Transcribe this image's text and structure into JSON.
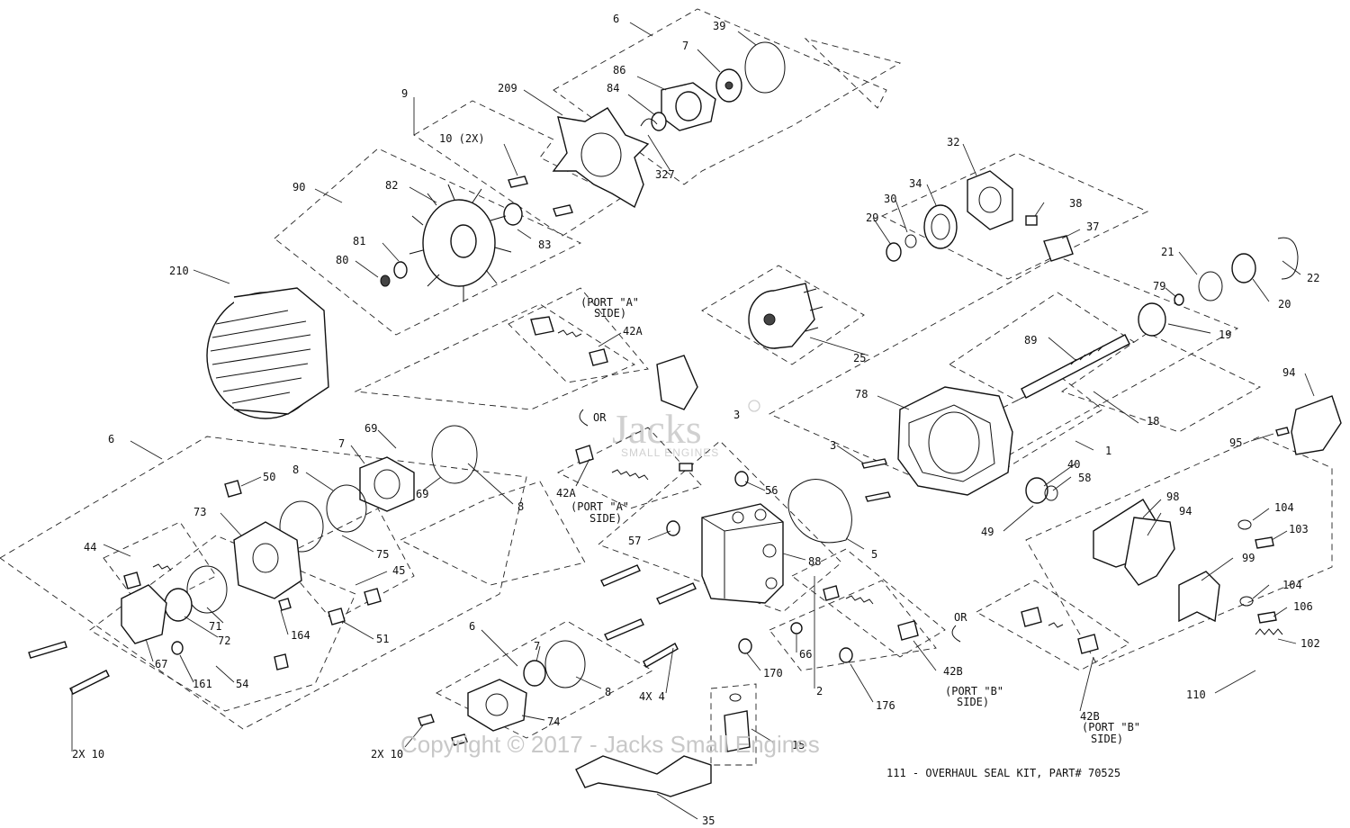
{
  "labels": {
    "l6a": "6",
    "l39": "39",
    "l7a": "7",
    "l86": "86",
    "l209": "209",
    "l84": "84",
    "l9": "9",
    "l10a": "10 (2X)",
    "l327": "327",
    "l90": "90",
    "l82": "82",
    "l83": "83",
    "l81": "81",
    "l80": "80",
    "l210": "210",
    "l32": "32",
    "l34": "34",
    "l30": "30",
    "l29": "29",
    "l38": "38",
    "l37": "37",
    "l21": "21",
    "l22": "22",
    "l79": "79",
    "l20": "20",
    "l19": "19",
    "l89": "89",
    "l25": "25",
    "l42A1": "42A",
    "l78": "78",
    "l18": "18",
    "l94a": "94",
    "l95": "95",
    "l3a": "3",
    "l3b": "3",
    "l1": "1",
    "l40": "40",
    "l58": "58",
    "l49": "49",
    "l98": "98",
    "l94b": "94",
    "l104a": "104",
    "l103": "103",
    "l99": "99",
    "l104b": "104",
    "l106": "106",
    "l102": "102",
    "l110": "110",
    "l6b": "6",
    "l69a": "69",
    "l7b": "7",
    "l8a": "8",
    "l50": "50",
    "l69b": "69",
    "l8b": "8",
    "l73": "73",
    "l75": "75",
    "l44": "44",
    "l45": "45",
    "l71": "71",
    "l72": "72",
    "l164": "164",
    "l51": "51",
    "l67": "67",
    "l161": "161",
    "l54": "54",
    "l2x10a": "2X 10",
    "l42A2": "42A",
    "l56": "56",
    "l5": "5",
    "l57": "57",
    "l88": "88",
    "l6c": "6",
    "l7c": "7",
    "l8c": "8",
    "l4x4": "4X 4",
    "l74": "74",
    "l2x10b": "2X 10",
    "l170": "170",
    "l66": "66",
    "l2": "2",
    "l176": "176",
    "l42B1": "42B",
    "l42B2": "42B",
    "l15": "15",
    "l35": "35"
  },
  "port_notes": {
    "a1_line1": "(PORT \"A\"",
    "a1_line2": "SIDE)",
    "a2_line1": "(PORT \"A\"",
    "a2_line2": "SIDE)",
    "b1_line1": "(PORT \"B\"",
    "b1_line2": "SIDE)",
    "b2_line1": "(PORT \"B\"",
    "b2_line2": "SIDE)",
    "or1": "OR",
    "or2": "OR"
  },
  "footer_note": "111 - OVERHAUL SEAL KIT, PART# 70525",
  "watermark": "Copyright © 2017 - Jacks Small Engines",
  "logo": {
    "main": "Jacks",
    "sub": "SMALL ENGINES"
  },
  "colors": {
    "ink": "#111111",
    "paper": "#ffffff",
    "watermark": "#c8c8c8"
  }
}
